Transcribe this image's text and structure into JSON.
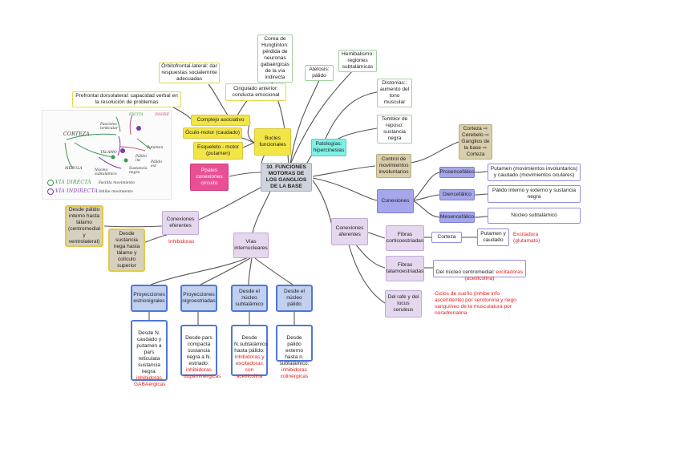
{
  "colors": {
    "connector": "#555555",
    "accent_red": "#e02020"
  },
  "nodes": {
    "center": "10. FUNCIONES MOTORAS DE LOS GANGLIOS DE LA BASE",
    "huntington": "Corea de Hungtinton: pérdida de neuronas gabaérgicas de la vía indirecta",
    "hemibalismo": "Hemibalismo: regiones subtalámicas",
    "atetosis": "Atetosis: pálido",
    "distonias": "Distonías:: aumento del tono muscular",
    "temblor": "Temblor de reposo: sustancia negra",
    "patologias": "Patologías: hipercinesias",
    "orbito": "Órbitofrontal-lateral: dar respuestas socialemnte adecuadas",
    "cingulado": "Cingulado anterior: conducta emocional",
    "prefrontal": "Prefrontal dorsolateral: capacidad verbal en la resolución de problemas",
    "complejo": "Complejo asociativo",
    "oculo": "Óculo-motor (caudado)",
    "esqueleto": "Esqueleto - motor (putamen)",
    "bucles": "Bucles funcionales",
    "ppales": "Ppales conexiones circuito",
    "control": "Control de movimientos involuntarios",
    "corteza_list": "Corteza ⇨\nCerebelo ⇨\nGanglios de la base ⇨\nCorteza",
    "conexiones": "Conexiones",
    "prosencefalico": "Prosencefálico",
    "diencefalico": "Diencefálico",
    "mesencefalico": "Mesencefálico",
    "putamen_mov": "Putamen (movimientos involuntarios) y caudado (movimientos oculares)",
    "palido_ie": "Pálido interno y externo y sustancia negra",
    "nucleo_sub": "Núcleo subtalámico",
    "con_eferentes": "Conexiones eferentes",
    "desde_palido": "Desde pálido interno hasta tálamo (centromedial y ventrolateral)",
    "desde_sustancia": "Desde sustancia nega hasta tálamo y colículo superior",
    "inhibidoras": "Inhibidoras",
    "vias_inter": "Vías internucleares",
    "con_aferentes": "Conexiones aferentes",
    "fibras_cortico": "Fibras corticoestriadas",
    "corteza_small": "Corteza",
    "putamen_caudado": "Putamen y caudado",
    "excitadora": "Excitadora (glutamato)",
    "fibras_talamo": "Fibras talamoestriadas",
    "del_nucleo": "Del núcleo centromedial: ",
    "del_nucleo_red": "excitadoras (acetilcolina)",
    "rafe": "Del rafe y del locus ceruleus",
    "ciclos": "Ciclos de sueño (inhibe info ascendente) por serotonina y riego sanguíneo de la musculatura por noradrenalina",
    "proy_estrio": "Proyecciones estrionigrales",
    "proy_nigro": "Proyecciones nigroestriadas",
    "desde_nucleo_sub": "Desde el núcleo subtalámico",
    "desde_nucleo_pal": "Desde el núcleo pálido",
    "leaf1_text": "Desde N. caudado y putamen a pars reticulata sustancia negra: ",
    "leaf1_red": "inhibidoras GABAérgicas",
    "leaf2_text": "Desde pars compacta sustancia negra a N. estriado: ",
    "leaf2_red": "inhibidoras dopaminérgicas",
    "leaf3_text": "Desde N.subtalámico hasta pálido: ",
    "leaf3_red": "inhibidoras y excitadoras con acetilcolina",
    "leaf4_text": "Desde pálido externo hasta n. subtalámico: ",
    "leaf4_red": "inhibidoras colinérgicas"
  },
  "sketch": {
    "corteza": "CORTEZA",
    "excita": "EXCITA",
    "inhibe": "INHIBE",
    "fascicles": "Fascicles\nlenticular",
    "putamen": "Putamen",
    "talamo": "TÁLAMO",
    "palido_int": "Pálido\nint",
    "palido_ext": "Pálido\next",
    "medula": "MÉDULA",
    "nucleo_sub": "Núcleo\nsubtalámico",
    "sustancia_negra": "Sustancia\nnegra",
    "via_directa": "VÍA DIRECTA",
    "via_indirecta": "VÍA INDIRECTA",
    "facilita": "Facilita movimiento",
    "inhibe_mov": "Inhibe movimiento"
  }
}
